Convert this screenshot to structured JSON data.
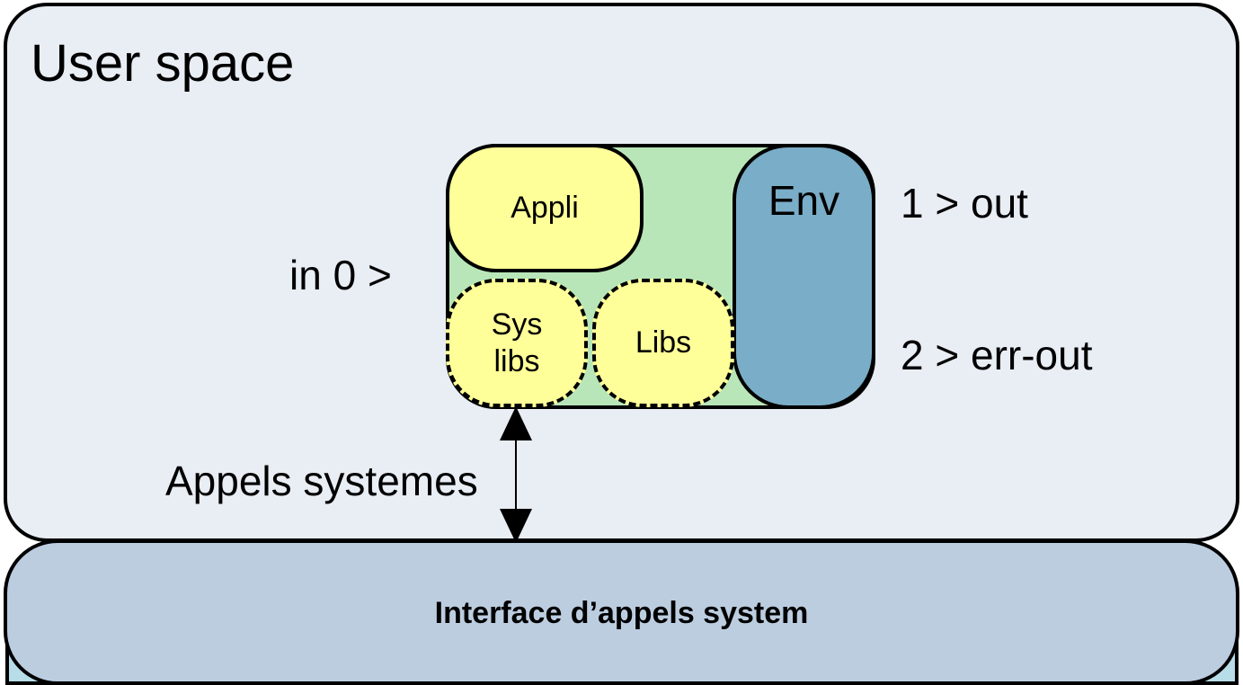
{
  "user_space": {
    "title": "User space"
  },
  "process": {
    "appli": "Appli",
    "sys_libs": [
      "Sys",
      "libs"
    ],
    "libs": "Libs",
    "env": "Env"
  },
  "streams": {
    "stdin": "in 0 >",
    "stdout": "1 > out",
    "stderr": "2 > err-out"
  },
  "system_calls": {
    "label": "Appels systemes"
  },
  "interface": {
    "label": "Interface d’appels system"
  },
  "colors": {
    "user_space_bg": "#e9edf4",
    "process_bg": "#b8e6b8",
    "module_bg": "#ffff99",
    "env_bg": "#7aadc7",
    "interface_bg": "#bccde0",
    "bottom_strip_bg": "#b7dde8"
  }
}
